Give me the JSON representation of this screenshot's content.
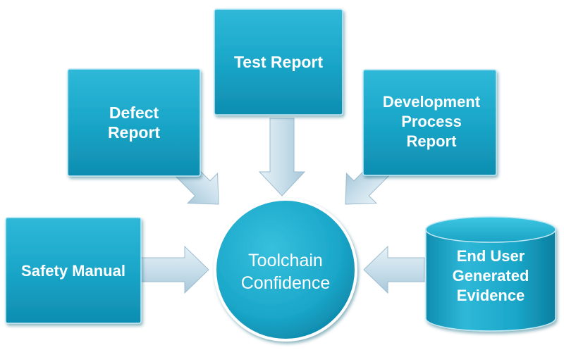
{
  "diagram": {
    "center": {
      "line1": "Toolchain",
      "line2": "Confidence"
    },
    "boxes": {
      "test_report": {
        "line1": "Test Report"
      },
      "defect_report": {
        "line1": "Defect",
        "line2": "Report"
      },
      "development_report": {
        "line1": "Development",
        "line2": "Process",
        "line3": "Report"
      },
      "safety_manual": {
        "line1": "Safety Manual"
      },
      "end_user": {
        "line1": "End User",
        "line2": "Generated",
        "line3": "Evidence"
      }
    },
    "colors": {
      "box_fill": "#1aa6c8",
      "box_shadow": "#0f7f9e",
      "arrow_fill": "#cfe3ee",
      "text": "#ffffff"
    }
  }
}
